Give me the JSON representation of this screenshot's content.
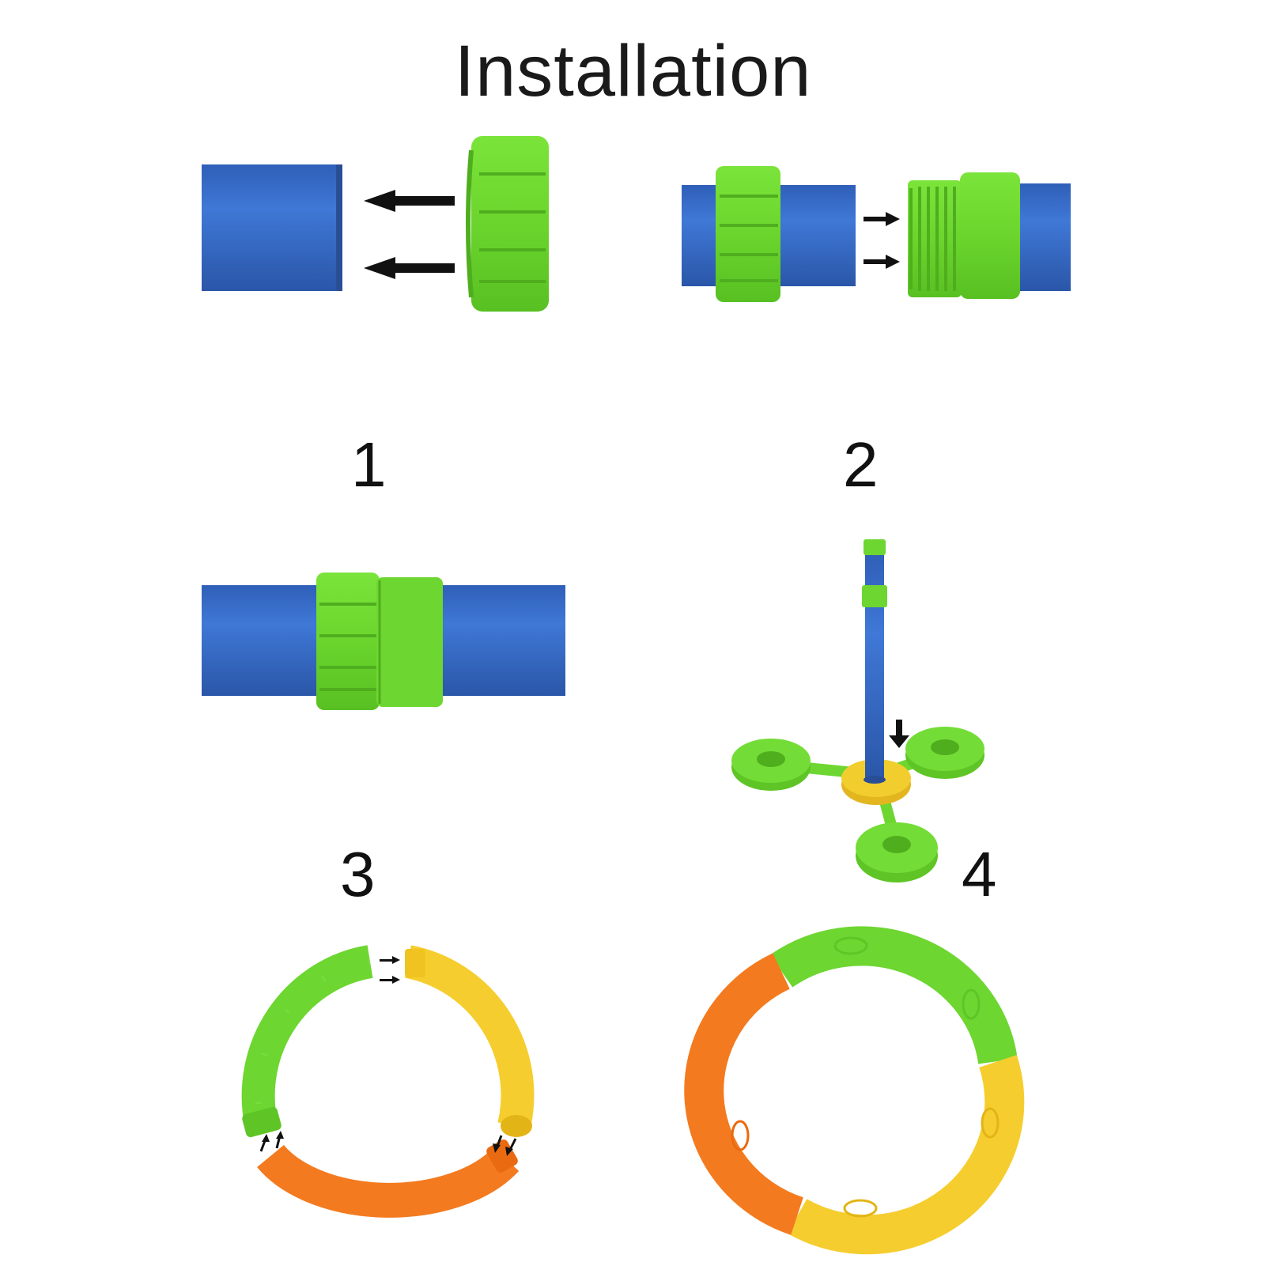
{
  "title": "Installation",
  "steps": [
    {
      "number": "1"
    },
    {
      "number": "2"
    },
    {
      "number": "3"
    },
    {
      "number": "4"
    }
  ],
  "colors": {
    "pipe_blue": "#3468c8",
    "connector_green": "#6fd933",
    "base_yellow": "#f2cd2e",
    "ring_orange": "#f47a1f",
    "ring_yellow": "#f6cd2e",
    "arrow": "#111111"
  },
  "icons": [
    "arrow-left-icon",
    "arrow-right-icon",
    "arrow-down-icon",
    "arrow-up-icon"
  ]
}
